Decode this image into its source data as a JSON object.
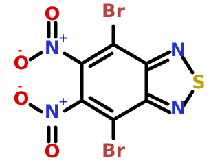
{
  "molecule": {
    "atoms": {
      "br_top": "Br",
      "br_bottom": "Br",
      "n_upper": "N",
      "n_lower": "N",
      "sulfur": "S",
      "no2_upper": {
        "n": "N",
        "o_top": "O",
        "o_left": "O",
        "charge_n": "+",
        "charge_o": "-"
      },
      "no2_lower": {
        "n": "N",
        "o_left": "O",
        "o_bottom": "O",
        "charge_n": "+",
        "charge_o": "-"
      }
    },
    "colors": {
      "bromine": "#b8413c",
      "nitrogen": "#2030e0",
      "oxygen": "#e00000",
      "sulfur": "#c0a000",
      "bond": "#000000"
    }
  }
}
